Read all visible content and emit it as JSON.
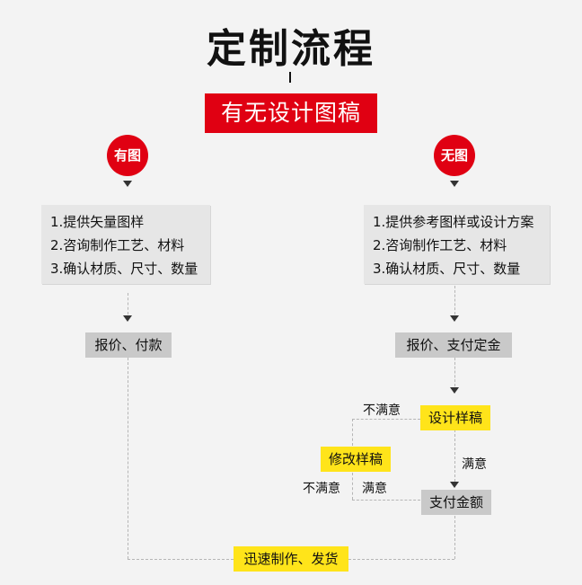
{
  "title": "定制流程",
  "banner": "有无设计图稿",
  "left": {
    "badge": "有图",
    "steps": [
      "1.提供矢量图样",
      "2.咨询制作工艺、材料",
      "3.确认材质、尺寸、数量"
    ],
    "pay": "报价、付款"
  },
  "right": {
    "badge": "无图",
    "steps": [
      "1.提供参考图样或设计方案",
      "2.咨询制作工艺、材料",
      "3.确认材质、尺寸、数量"
    ],
    "pay": "报价、支付定金",
    "design_sample": "设计样稿",
    "revise_sample": "修改样稿",
    "pay_balance": "支付金额",
    "unsatisfied_top": "不满意",
    "satisfied_right": "满意",
    "unsatisfied_left": "不满意",
    "satisfied_mid": "满意"
  },
  "final": "迅速制作、发货"
}
